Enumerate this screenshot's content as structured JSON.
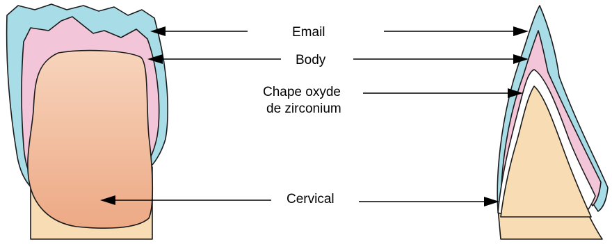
{
  "labels": {
    "email": "Email",
    "body": "Body",
    "chape_line1": "Chape oxyde",
    "chape_line2": "de zirconium",
    "cervical": "Cervical"
  },
  "colors": {
    "email_layer": "#a8dde8",
    "body_layer": "#f2c6d8",
    "core_top": "#f7d4bc",
    "core_bottom": "#eda985",
    "root": "#f8dcb4",
    "chape": "#ffffff",
    "outline": "#1a1a1a"
  }
}
